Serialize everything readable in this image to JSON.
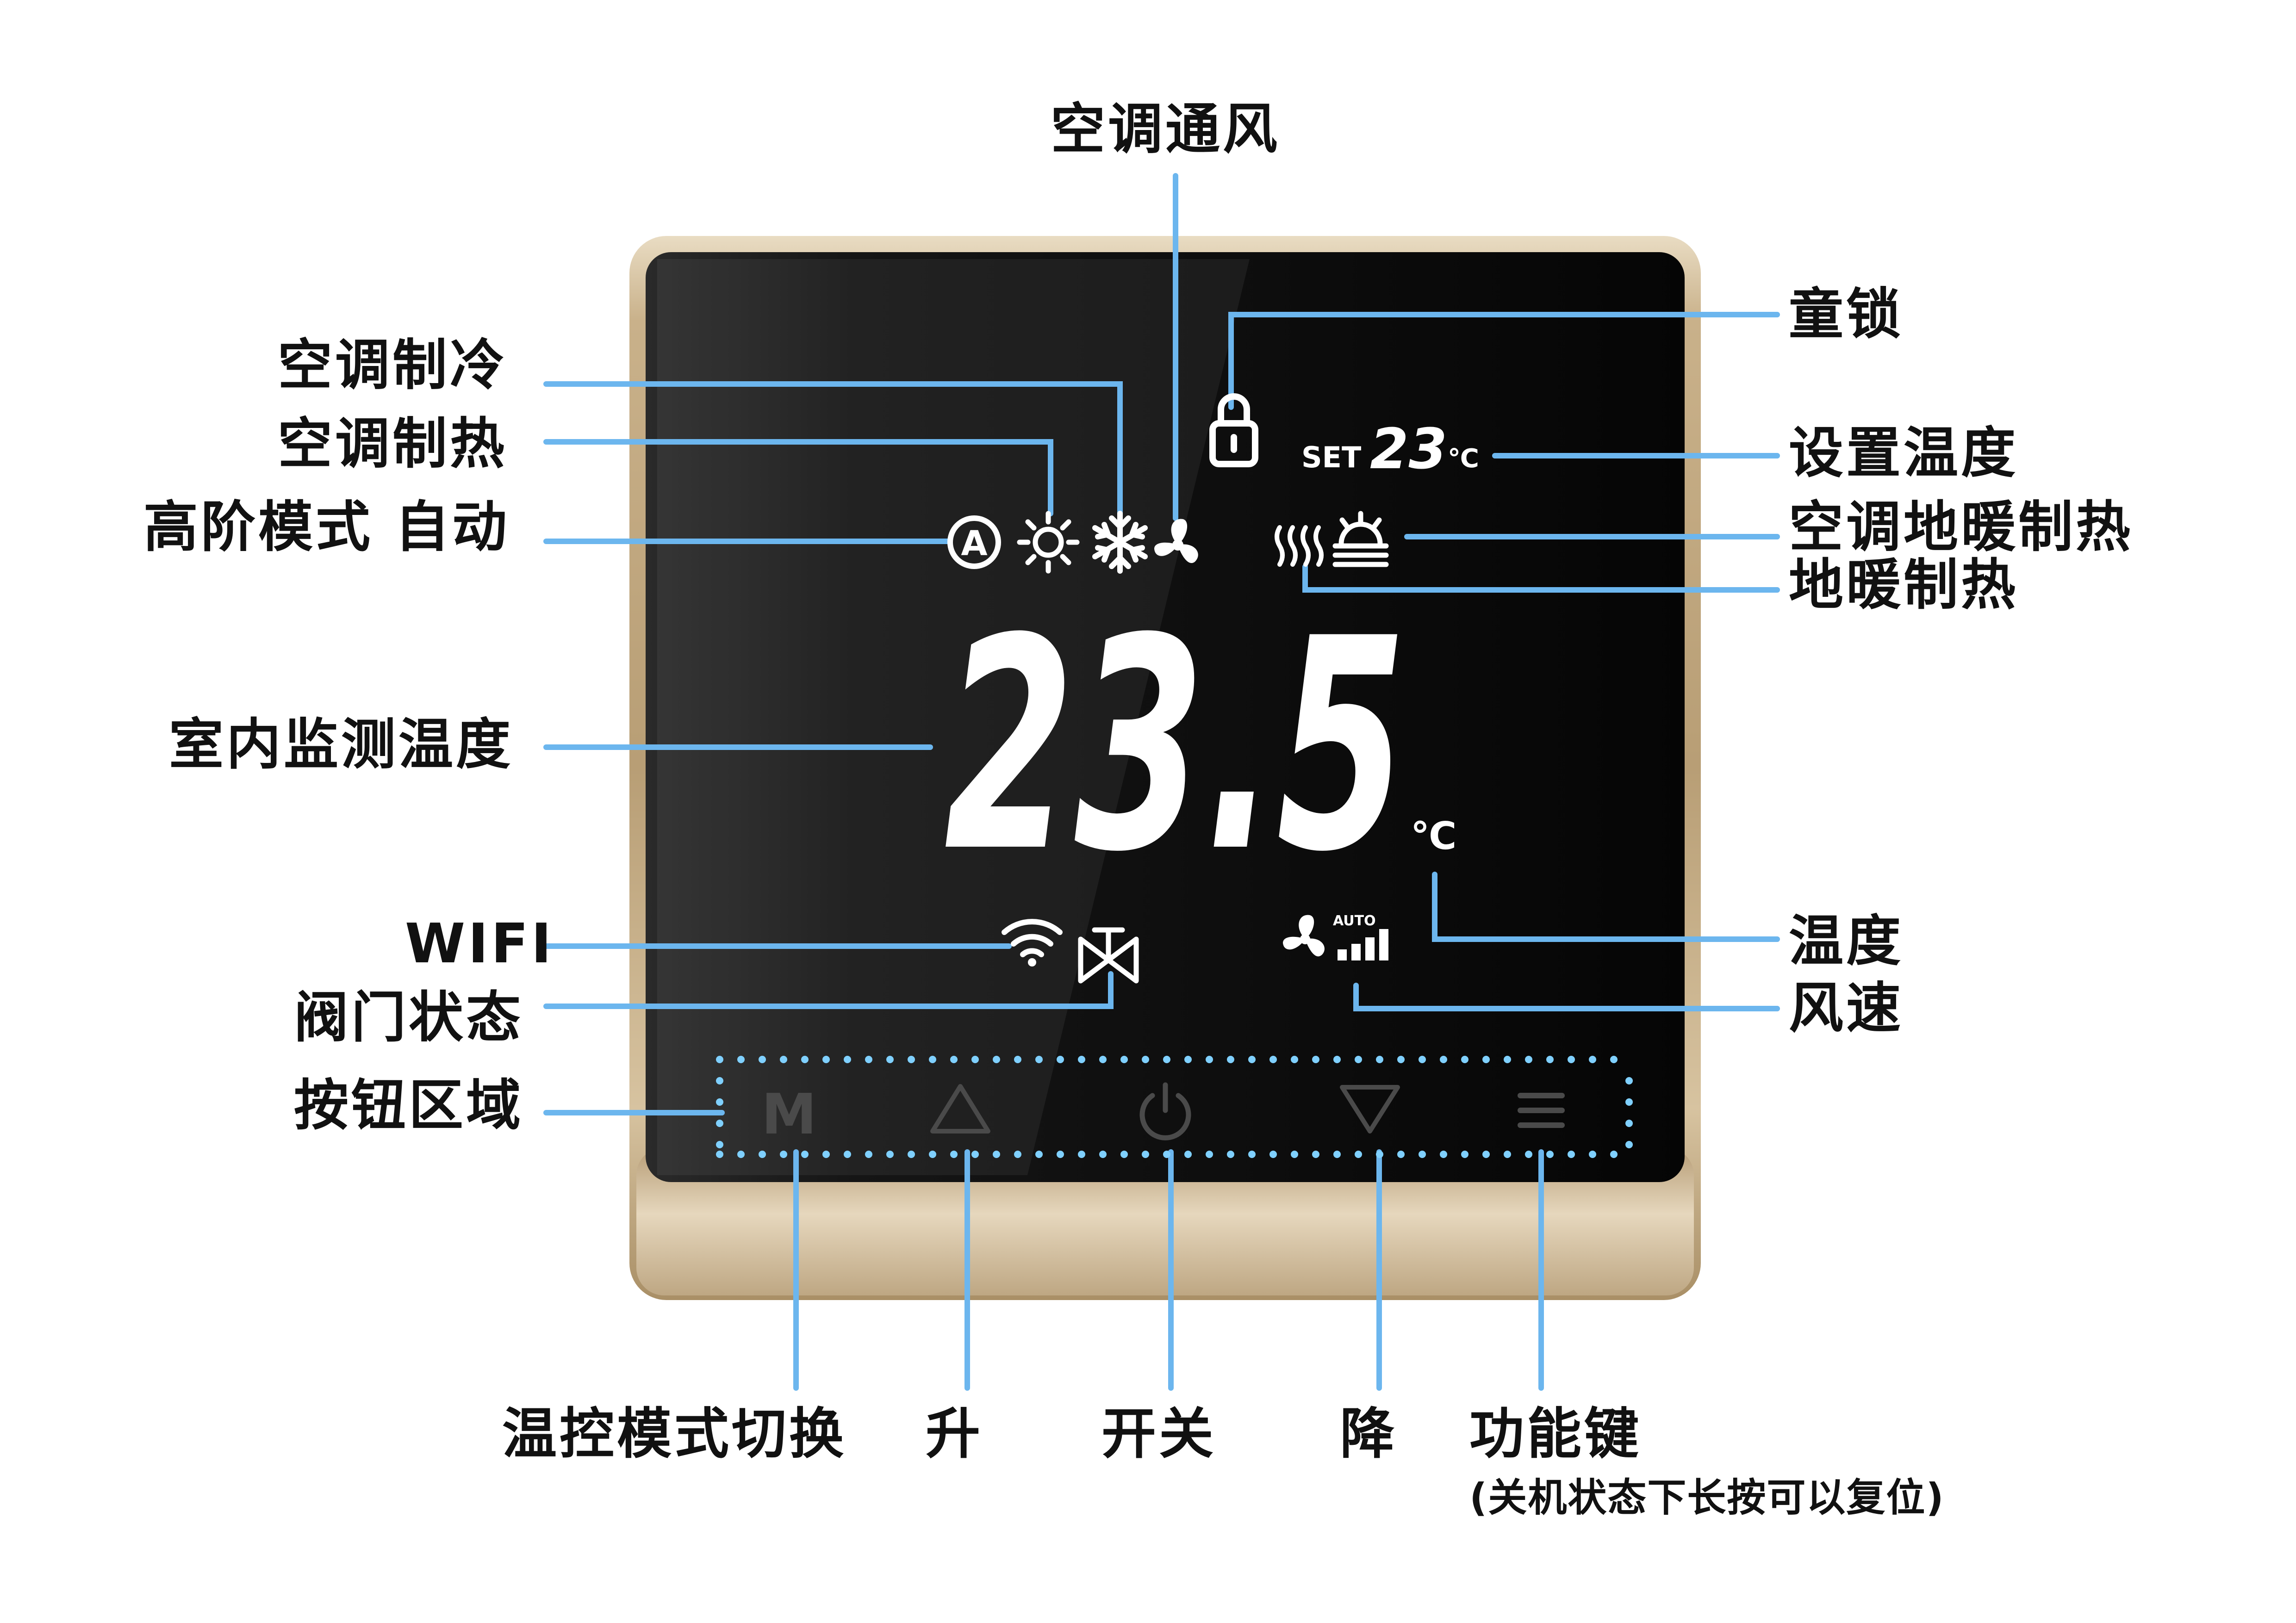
{
  "device": {
    "set_label": "SET",
    "set_temperature": "23",
    "set_unit": "℃",
    "room_temperature": "23.5",
    "room_unit": "℃",
    "auto_fan_label": "AUTO",
    "auto_mode_glyph": "A",
    "icons": {
      "lock": "lock-icon",
      "cooling": "snowflake-icon",
      "heating": "sun-icon",
      "fan": "fan-icon",
      "auto": "auto-mode-icon",
      "floor_heating": "floor-heating-icon",
      "ac_floor_heating": "ac-floor-heating-icon",
      "wifi": "wifi-icon",
      "valve": "valve-icon",
      "fan_speed": "fan-speed-icon",
      "mode_button": "m-icon",
      "up_button": "triangle-up-icon",
      "power_button": "power-icon",
      "down_button": "triangle-down-icon",
      "menu_button": "menu-icon"
    },
    "buttons": {
      "mode_glyph": "M"
    },
    "colors": {
      "frame_gold": "#c9b18a",
      "screen_black": "#0b0b0b",
      "leader_blue": "#6cb6ee",
      "touch_dots": "#7fd0ff",
      "button_gray": "#4a4a4a"
    }
  },
  "labels": {
    "ac_ventilation": "空调通风",
    "child_lock": "童锁",
    "ac_cooling": "空调制冷",
    "ac_heating": "空调制热",
    "high_mode_auto": "高阶模式 自动",
    "set_temperature": "设置温度",
    "ac_floor_heating": "空调地暖制热",
    "floor_heating": "地暖制热",
    "room_temperature": "室内监测温度",
    "wifi": "WIFI",
    "temperature_unit": "温度",
    "valve_state": "阀门状态",
    "fan_speed": "风速",
    "button_area": "按钮区域",
    "mode_switch": "温控模式切换",
    "up": "升",
    "power": "开关",
    "down": "降",
    "function_key": "功能键",
    "function_key_note": "(关机状态下长按可以复位)"
  }
}
